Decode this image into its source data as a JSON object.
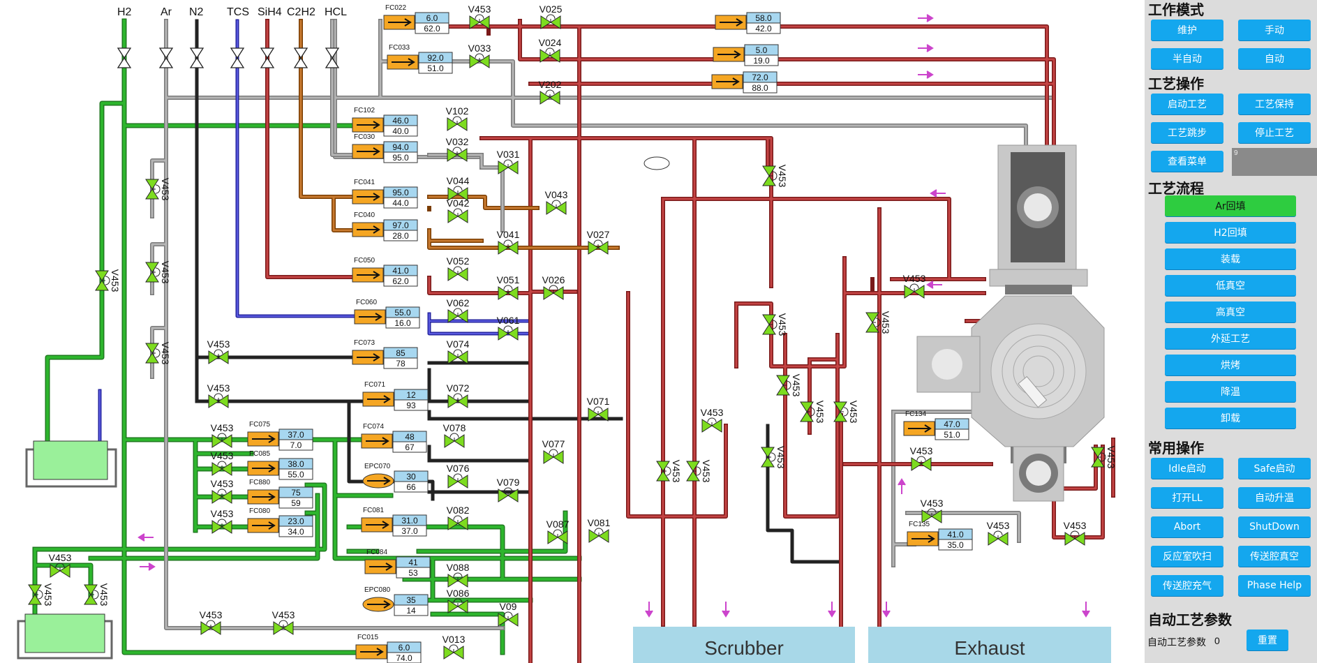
{
  "gas_headers": [
    "H2",
    "Ar",
    "N2",
    "TCS",
    "SiH4",
    "C2H2",
    "HCL"
  ],
  "flow_controllers": [
    {
      "id": "FC022",
      "sp": "6.0",
      "pv": "62.0"
    },
    {
      "id": "FC033",
      "sp": "92.0",
      "pv": "51.0"
    },
    {
      "id": "FC102",
      "sp": "46.0",
      "pv": "40.0"
    },
    {
      "id": "FC030",
      "sp": "94.0",
      "pv": "95.0"
    },
    {
      "id": "FC041",
      "sp": "95.0",
      "pv": "44.0"
    },
    {
      "id": "FC040",
      "sp": "97.0",
      "pv": "28.0"
    },
    {
      "id": "FC050",
      "sp": "41.0",
      "pv": "62.0"
    },
    {
      "id": "FC060",
      "sp": "55.0",
      "pv": "16.0"
    },
    {
      "id": "FC073",
      "sp": "85",
      "pv": "78"
    },
    {
      "id": "FC071",
      "sp": "12",
      "pv": "93"
    },
    {
      "id": "FC075",
      "sp": "37.0",
      "pv": "7.0"
    },
    {
      "id": "FC074",
      "sp": "48",
      "pv": "67"
    },
    {
      "id": "FC085",
      "sp": "38.0",
      "pv": "55.0"
    },
    {
      "id": "EPC070",
      "sp": "30",
      "pv": "66"
    },
    {
      "id": "FC880",
      "sp": "75",
      "pv": "59"
    },
    {
      "id": "FC080",
      "sp": "23.0",
      "pv": "34.0"
    },
    {
      "id": "FC081",
      "sp": "31.0",
      "pv": "37.0"
    },
    {
      "id": "FC084",
      "sp": "41",
      "pv": "53"
    },
    {
      "id": "EPC080",
      "sp": "35",
      "pv": "14"
    },
    {
      "id": "FC015",
      "sp": "6.0",
      "pv": "74.0"
    },
    {
      "id": "FC134",
      "sp": "47.0",
      "pv": "51.0"
    },
    {
      "id": "FC135",
      "sp": "41.0",
      "pv": "35.0"
    },
    {
      "id": "",
      "sp": "58.0",
      "pv": "42.0"
    },
    {
      "id": "",
      "sp": "5.0",
      "pv": "19.0"
    },
    {
      "id": "",
      "sp": "72.0",
      "pv": "88.0"
    }
  ],
  "valves": [
    "V453",
    "V025",
    "V033",
    "V024",
    "V202",
    "V102",
    "V032",
    "V031",
    "V044",
    "V043",
    "V042",
    "V041",
    "V027",
    "V052",
    "V051",
    "V026",
    "V062",
    "V061",
    "V074",
    "V072",
    "V071",
    "V078",
    "V077",
    "V076",
    "V079",
    "V082",
    "V087",
    "V081",
    "V088",
    "V086",
    "V09",
    "V013"
  ],
  "tanks": {
    "scrubber": "Scrubber",
    "exhaust": "Exhaust"
  },
  "colors": {
    "h2": "#2aa82a",
    "ar": "#a8a8a8",
    "n2": "#333333",
    "tcs": "#3b3bb8",
    "sih4": "#b83a3a",
    "c2h2": "#b8661a",
    "hcl": "#a8a8a8",
    "valve": "#7ddc1f",
    "fc": "#f5a623",
    "panel_btn": "#14a7ee",
    "active_btn": "#2ecc40"
  },
  "panel": {
    "work_mode": {
      "title": "工作模式",
      "buttons": [
        "维护",
        "手动",
        "半自动",
        "自动"
      ]
    },
    "process_ops": {
      "title": "工艺操作",
      "buttons": [
        "启动工艺",
        "工艺保持",
        "工艺跳步",
        "停止工艺",
        "查看菜单"
      ],
      "status_value": "9"
    },
    "process_flow": {
      "title": "工艺流程",
      "buttons": [
        "Ar回填",
        "H2回填",
        "装载",
        "低真空",
        "高真空",
        "外延工艺",
        "烘烤",
        "降温",
        "卸载"
      ],
      "active": "Ar回填"
    },
    "common_ops": {
      "title": "常用操作",
      "buttons": [
        "Idle启动",
        "Safe启动",
        "打开LL",
        "自动升温",
        "Abort",
        "ShutDown",
        "反应室吹扫",
        "传送腔真空",
        "传送腔充气",
        "Phase Help"
      ]
    },
    "auto_params": {
      "title": "自动工艺参数",
      "label": "自动工艺参数",
      "value": "0",
      "reset": "重置"
    }
  }
}
